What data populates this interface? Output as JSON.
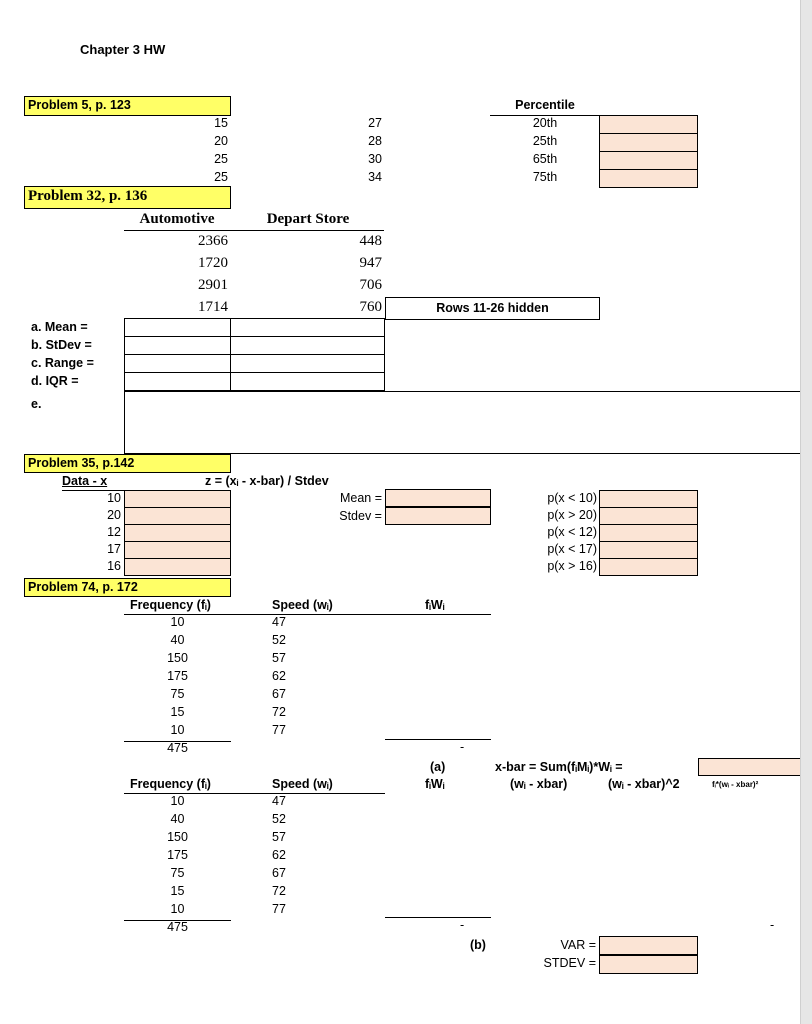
{
  "title": "Chapter 3 HW",
  "p5": {
    "header": "Problem 5, p. 123",
    "col1": [
      "15",
      "20",
      "25",
      "25"
    ],
    "col2": [
      "27",
      "28",
      "30",
      "34"
    ],
    "percentile_header": "Percentile",
    "percentiles": [
      "20th",
      "25th",
      "65th",
      "75th"
    ]
  },
  "p32": {
    "header": "Problem 32, p. 136",
    "col_a_header": "Automotive",
    "col_b_header": "Depart Store",
    "col_a": [
      "2366",
      "1720",
      "2901",
      "1714"
    ],
    "col_b": [
      "448",
      "947",
      "706",
      "760"
    ],
    "note": "Rows 11-26 hidden",
    "stats": [
      "a.  Mean =",
      "b.  StDev =",
      "c.  Range =",
      "d.  IQR ="
    ],
    "e_label": "e."
  },
  "p35": {
    "header": "Problem 35, p.142",
    "data_header": "Data - x",
    "data": [
      "10",
      "20",
      "12",
      "17",
      "16"
    ],
    "z_formula": "z = (xᵢ - x-bar) / Stdev",
    "mean_label": "Mean =",
    "stdev_label": "Stdev =",
    "probs": [
      "p(x < 10)",
      "p(x > 20)",
      "p(x < 12)",
      "p(x < 17)",
      "p(x > 16)"
    ]
  },
  "p74": {
    "header": "Problem 74, p. 172",
    "freq_header": "Frequency (fᵢ)",
    "speed_header": "Speed (wᵢ)",
    "fw_header": "fᵢWᵢ",
    "freq": [
      "10",
      "40",
      "150",
      "175",
      "75",
      "15",
      "10"
    ],
    "speed": [
      "47",
      "52",
      "57",
      "62",
      "67",
      "72",
      "77"
    ],
    "total": "475",
    "dash": "-",
    "label_a": "(a)",
    "xbar_formula": "x-bar = Sum(fᵢMᵢ)*Wᵢ =",
    "dev_header": "(wᵢ - xbar)",
    "dev_sq_header": "(wᵢ - xbar)^2",
    "fdev_header": "fᵢ*(wᵢ - xbar)²",
    "label_b": "(b)",
    "var_label": "VAR =",
    "stdev_label": "STDEV ="
  }
}
